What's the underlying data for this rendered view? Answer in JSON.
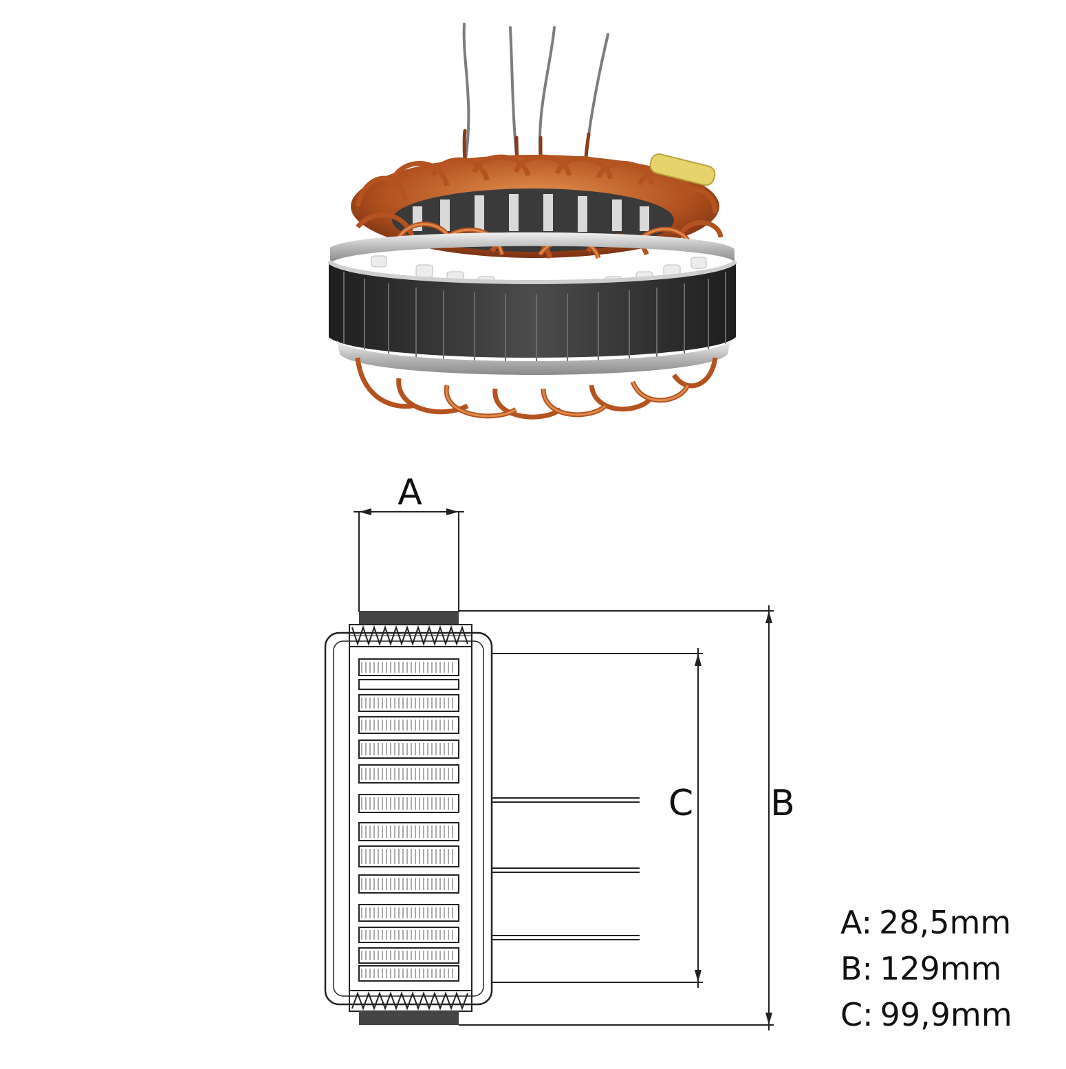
{
  "labels": {
    "a": "A",
    "b": "B",
    "c": "C"
  },
  "specs": [
    {
      "key": "A:",
      "value": "28,5mm"
    },
    {
      "key": "B:",
      "value": "129mm"
    },
    {
      "key": "C:",
      "value": "99,9mm"
    }
  ],
  "colors": {
    "copper_dark": "#6e2a12",
    "copper": "#b5531f",
    "copper_light": "#e08a4c",
    "steel_dark": "#2e2e2e",
    "steel": "#4a4a4a",
    "silver": "#c9c9c9",
    "sleeve": "#e8d36a",
    "line": "#222222"
  },
  "icons": {
    "photo": "stator-photo",
    "drawing": "stator-side-drawing"
  }
}
